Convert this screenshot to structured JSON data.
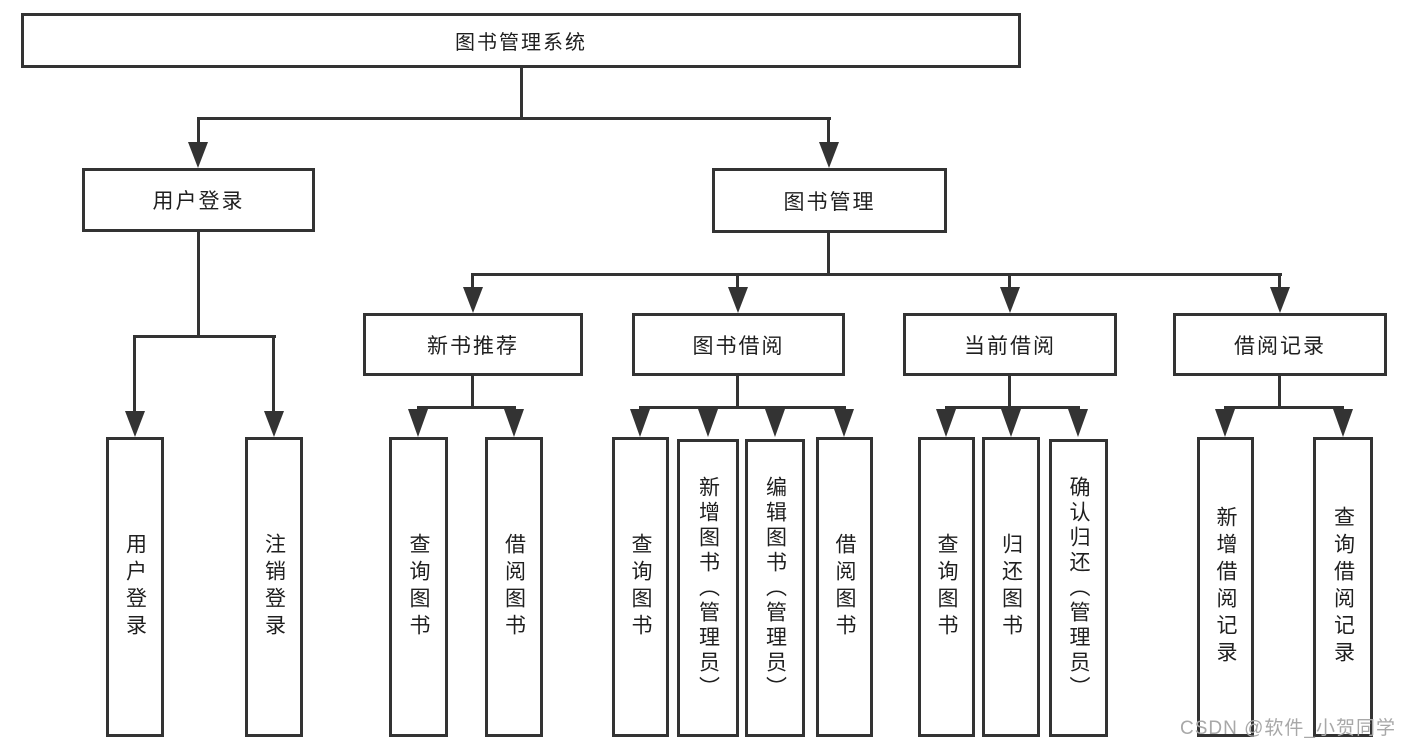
{
  "colors": {
    "background": "#ffffff",
    "line": "#333333",
    "box_border": "#333333",
    "text": "#1f1f1f",
    "watermark": "#a8a8a8"
  },
  "tree": {
    "root": {
      "label": "图书管理系统"
    },
    "children": [
      {
        "label": "用户登录",
        "children": [
          {
            "label": "用户登录"
          },
          {
            "label": "注销登录"
          }
        ]
      },
      {
        "label": "图书管理",
        "children": [
          {
            "label": "新书推荐",
            "children": [
              {
                "label": "查询图书"
              },
              {
                "label": "借阅图书"
              }
            ]
          },
          {
            "label": "图书借阅",
            "children": [
              {
                "label": "查询图书"
              },
              {
                "label": "新增图书（管理员）"
              },
              {
                "label": "编辑图书（管理员）"
              },
              {
                "label": "借阅图书"
              }
            ]
          },
          {
            "label": "当前借阅",
            "children": [
              {
                "label": "查询图书"
              },
              {
                "label": "归还图书"
              },
              {
                "label": "确认归还（管理员）"
              }
            ]
          },
          {
            "label": "借阅记录",
            "children": [
              {
                "label": "新增借阅记录"
              },
              {
                "label": "查询借阅记录"
              }
            ]
          }
        ]
      }
    ]
  },
  "watermark": {
    "text": "CSDN @软件_小贺同学"
  }
}
